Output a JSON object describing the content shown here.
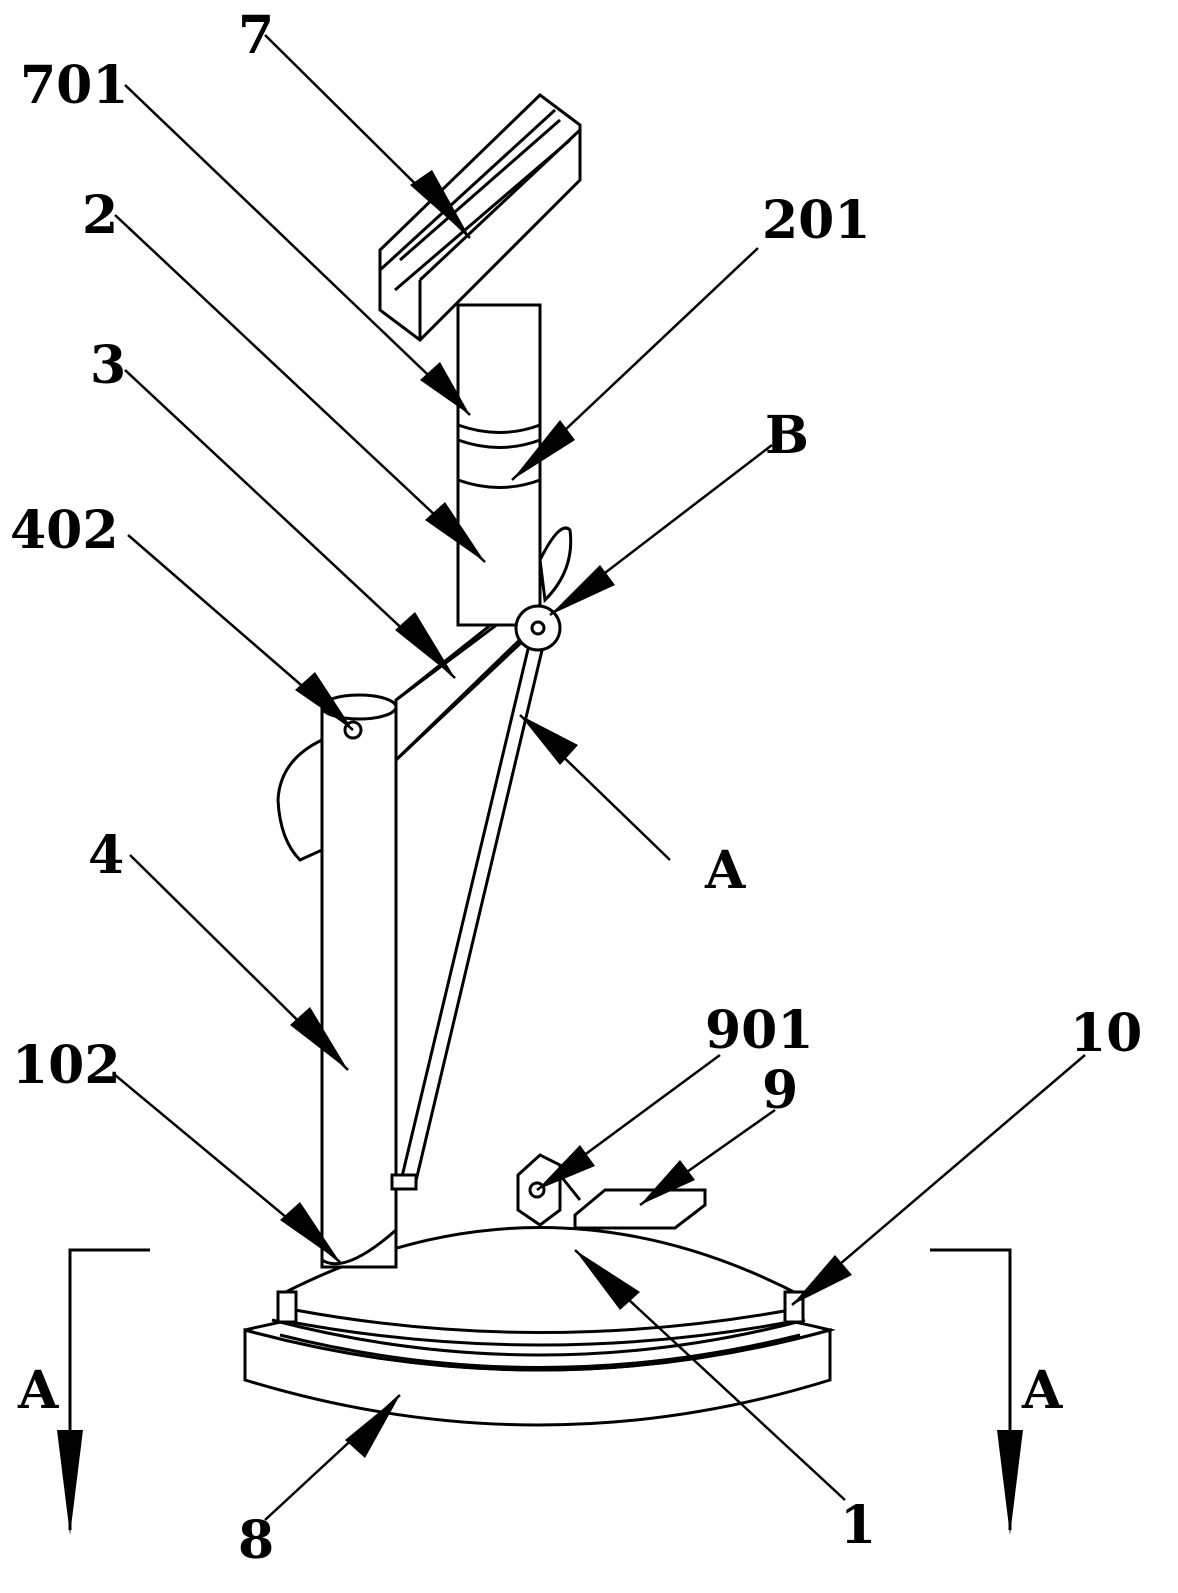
{
  "labels": {
    "l7": "7",
    "l701": "701",
    "l2": "2",
    "l201": "201",
    "l3": "3",
    "lB": "B",
    "l402": "402",
    "lA_right": "A",
    "l4": "4",
    "l901": "901",
    "l10": "10",
    "l102": "102",
    "l9": "9",
    "lA_left": "A",
    "lA_far_right": "A",
    "l8": "8",
    "l1": "1"
  }
}
